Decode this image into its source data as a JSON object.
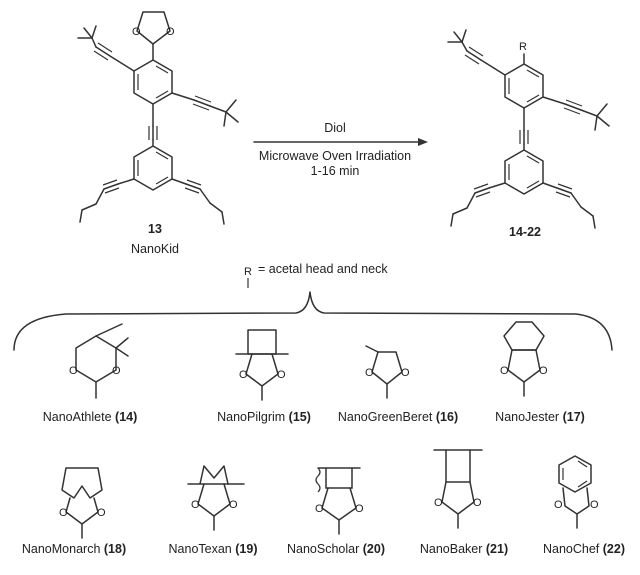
{
  "reaction": {
    "reagent": "Diol",
    "conditions": "Microwave Oven Irradiation",
    "time": "1-16 min",
    "start_number": "13",
    "start_name": "NanoKid",
    "product_number": "14-22",
    "r_label": "R",
    "r_caption": "= acetal head and neck"
  },
  "atoms": {
    "oxygen": "O"
  },
  "products": [
    {
      "name": "NanoAthlete",
      "num": "(14)"
    },
    {
      "name": "NanoPilgrim",
      "num": "(15)"
    },
    {
      "name": "NanoGreenBeret",
      "num": "(16)"
    },
    {
      "name": "NanoJester",
      "num": "(17)"
    },
    {
      "name": "NanoMonarch",
      "num": "(18)"
    },
    {
      "name": "NanoTexan",
      "num": "(19)"
    },
    {
      "name": "NanoScholar",
      "num": "(20)"
    },
    {
      "name": "NanoBaker",
      "num": "(21)"
    },
    {
      "name": "NanoChef",
      "num": "(22)"
    }
  ]
}
